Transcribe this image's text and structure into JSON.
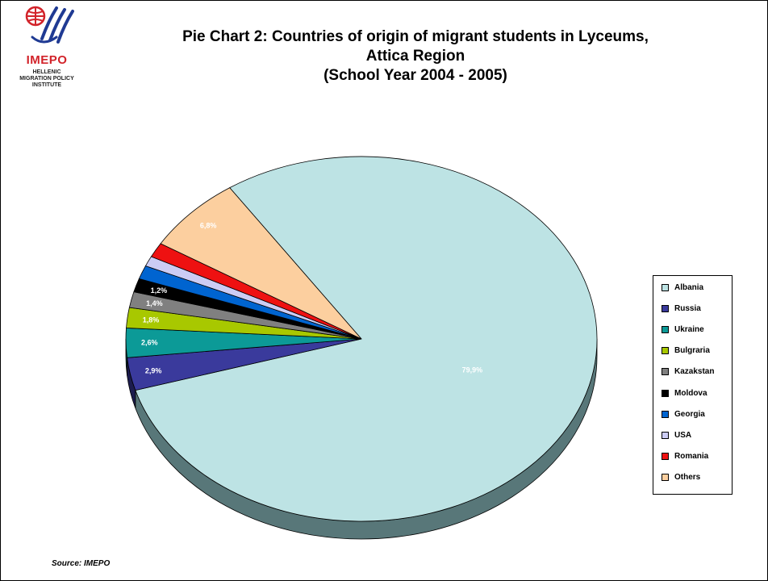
{
  "page": {
    "logo": {
      "name": "IMEPO",
      "subtitle_lines": [
        "HELLENIC",
        "MIGRATION POLICY",
        "INSTITUTE"
      ],
      "color": "#d2232a",
      "accent": "#1f3a93"
    },
    "title_lines": [
      "Pie Chart 2: Countries of origin of migrant students in Lyceums,",
      "Attica Region",
      "(School Year 2004 - 2005)"
    ],
    "source": "Source: IMEPO"
  },
  "chart_data": {
    "type": "pie",
    "style": "3d",
    "title": "Pie Chart 2: Countries of origin of migrant students in Lyceums, Attica Region (School Year 2004 - 2005)",
    "legend_position": "right",
    "slices": [
      {
        "label": "Albania",
        "value": 79.9,
        "display": "79,9%",
        "color": "#bde3e4",
        "side": "#587779"
      },
      {
        "label": "Russia",
        "value": 2.9,
        "display": "2,9%",
        "color": "#3a3a9c",
        "side": "#1c1c4e"
      },
      {
        "label": "Ukraine",
        "value": 2.6,
        "display": "2,6%",
        "color": "#0c9a97",
        "side": "#064f4d"
      },
      {
        "label": "Bulgraria",
        "value": 1.8,
        "display": "1,8%",
        "color": "#a8c800",
        "side": "#566600"
      },
      {
        "label": "Kazakstan",
        "value": 1.4,
        "display": "1,4%",
        "color": "#808080",
        "side": "#404040"
      },
      {
        "label": "Moldova",
        "value": 1.2,
        "display": "1,2%",
        "color": "#000000",
        "side": "#000000"
      },
      {
        "label": "Georgia",
        "value": 1.2,
        "display": "",
        "color": "#0064d0",
        "side": "#003268"
      },
      {
        "label": "USA",
        "value": 0.9,
        "display": "",
        "color": "#ccccf4",
        "side": "#66667a"
      },
      {
        "label": "Romania",
        "value": 1.3,
        "display": "",
        "color": "#ee1111",
        "side": "#770808"
      },
      {
        "label": "Others",
        "value": 6.8,
        "display": "6,8%",
        "color": "#fccf9f",
        "side": "#7e6850"
      }
    ]
  }
}
